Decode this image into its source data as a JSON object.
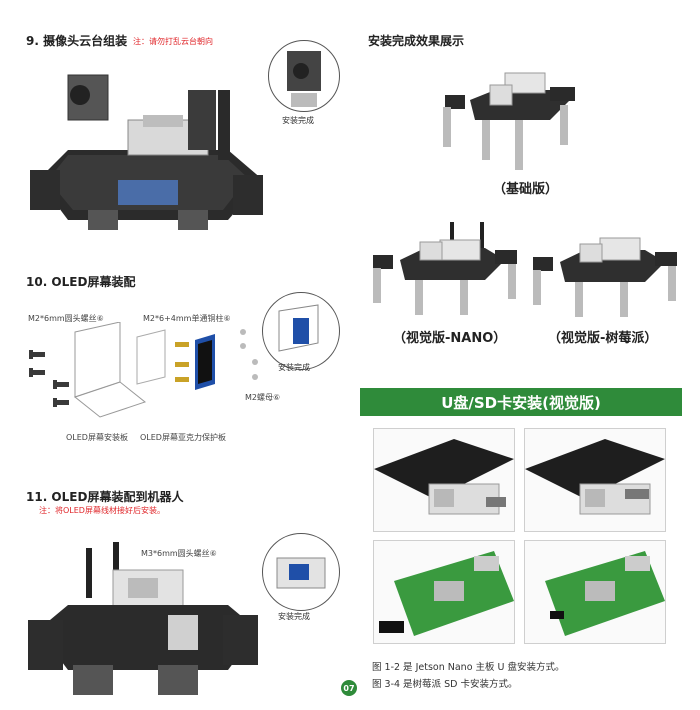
{
  "step9": {
    "title": "9. 摄像头云台组装",
    "note": "注：请勿打乱云台朝向",
    "done": "安装完成"
  },
  "step10": {
    "title": "10. OLED屏幕装配",
    "labels": {
      "screw": "M2*6mm圆头螺丝",
      "pillar": "M2*6+4mm单通铜柱",
      "nut": "M2螺母",
      "bracket": "OLED屏幕安装板",
      "acrylic": "OLED屏幕亚克力保护板",
      "qty": "⑥"
    },
    "done": "安装完成"
  },
  "step11": {
    "title": "11. OLED屏幕装配到机器人",
    "note": "注：将OLED屏幕线材接好后安装。",
    "screw": "M3*6mm圆头螺丝",
    "qty": "⑥",
    "done": "安装完成"
  },
  "right": {
    "effect_title": "安装完成效果展示",
    "basic": "（基础版）",
    "nano": "（视觉版-NANO）",
    "pi": "（视觉版-树莓派）",
    "banner": "U盘/SD卡安装(视觉版)",
    "note1": "图 1-2 是 Jetson Nano 主板 U 盘安装方式。",
    "note2": "图 3-4 是树莓派 SD 卡安装方式。"
  },
  "page_number": "07",
  "colors": {
    "accent_green": "#2f8b3a",
    "note_red": "#e0262a"
  }
}
